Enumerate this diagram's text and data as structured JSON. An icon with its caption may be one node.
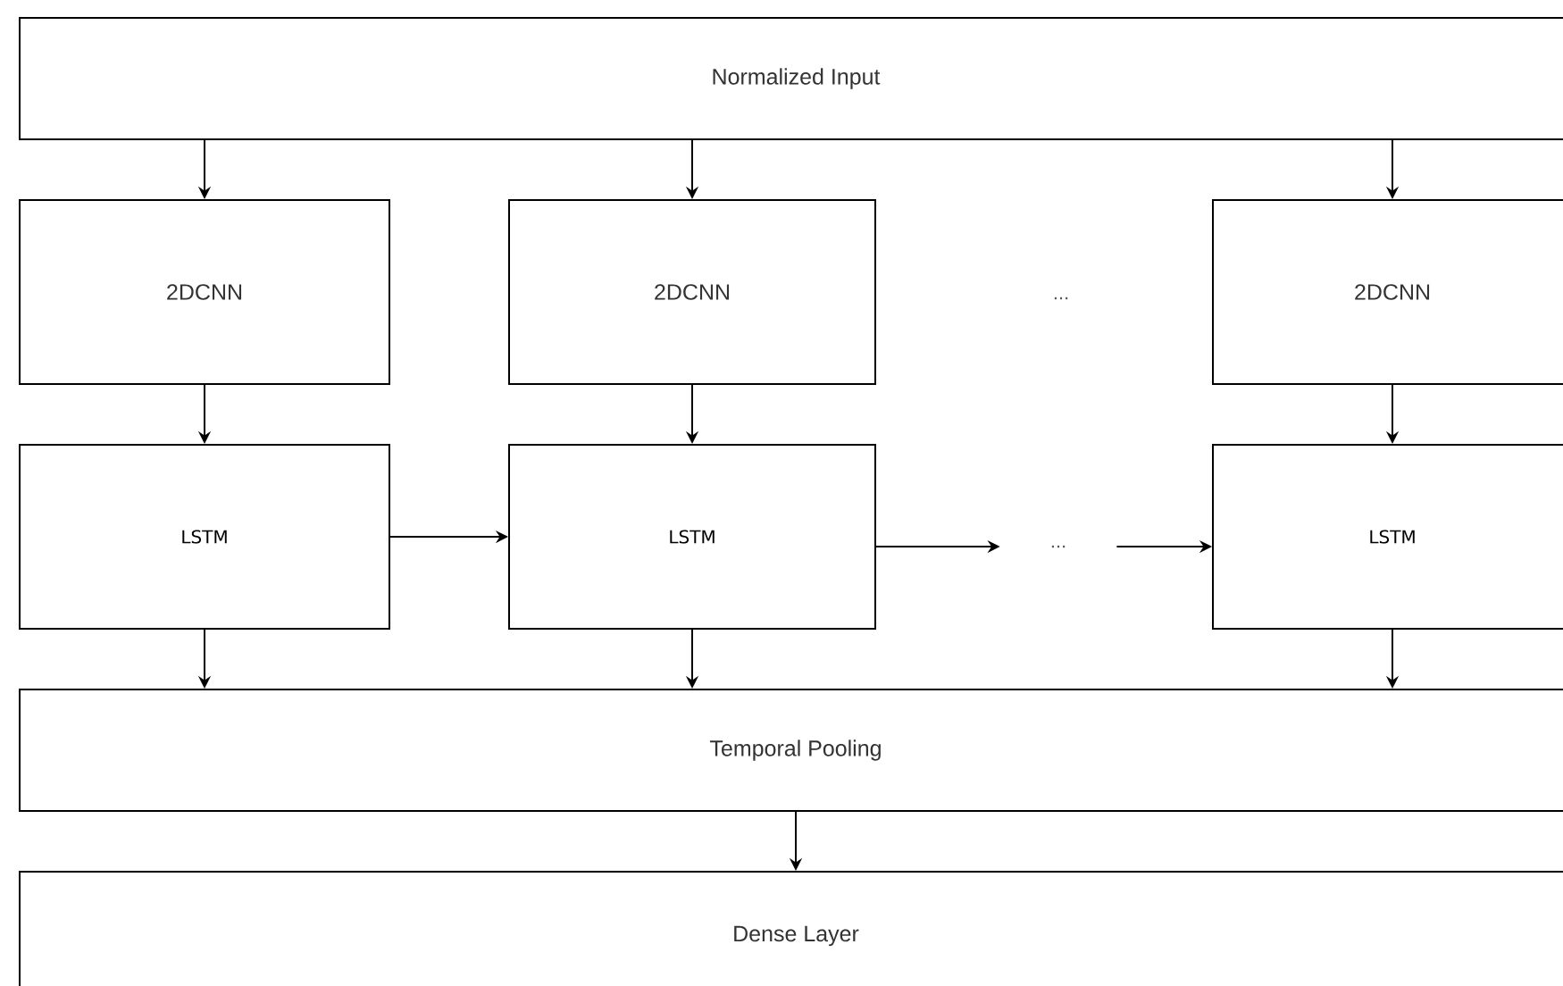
{
  "diagram": {
    "nodes": [
      {
        "text": [
          "Normalized Input"
        ]
      },
      {
        "text": [
          "2DCNN"
        ]
      },
      {
        "text": [
          "2DCNN"
        ]
      },
      {
        "text": [
          "2DCNN"
        ]
      },
      {
        "text": [
          "LSTM"
        ]
      },
      {
        "text": [
          "LSTM"
        ]
      },
      {
        "text": [
          "..."
        ]
      },
      {
        "text": [
          "LSTM"
        ]
      },
      {
        "text": [
          "Temporal Pooling"
        ]
      },
      {
        "text": [
          "Dense Layer"
        ]
      }
    ],
    "edges": [
      {
        "from": 0,
        "to": 1,
        "arrow": "to"
      },
      {
        "from": 0,
        "to": 2,
        "arrow": "to"
      },
      {
        "from": 0,
        "to": 3,
        "arrow": "to"
      },
      {
        "from": 1,
        "to": 4,
        "arrow": "to"
      },
      {
        "from": 2,
        "to": 5,
        "arrow": "to"
      },
      {
        "from": 3,
        "to": 7,
        "arrow": "to"
      },
      {
        "from": 4,
        "to": 5,
        "arrow": "to"
      },
      {
        "from": 5,
        "to": 6,
        "arrow": "to"
      },
      {
        "from": 6,
        "to": 7,
        "arrow": "to"
      },
      {
        "from": 4,
        "to": 8,
        "arrow": "to"
      },
      {
        "from": 5,
        "to": 8,
        "arrow": "to"
      },
      {
        "from": 7,
        "to": 8,
        "arrow": "to"
      },
      {
        "from": 8,
        "to": 9,
        "arrow": "to"
      }
    ],
    "labels": [
      "..."
    ]
  }
}
